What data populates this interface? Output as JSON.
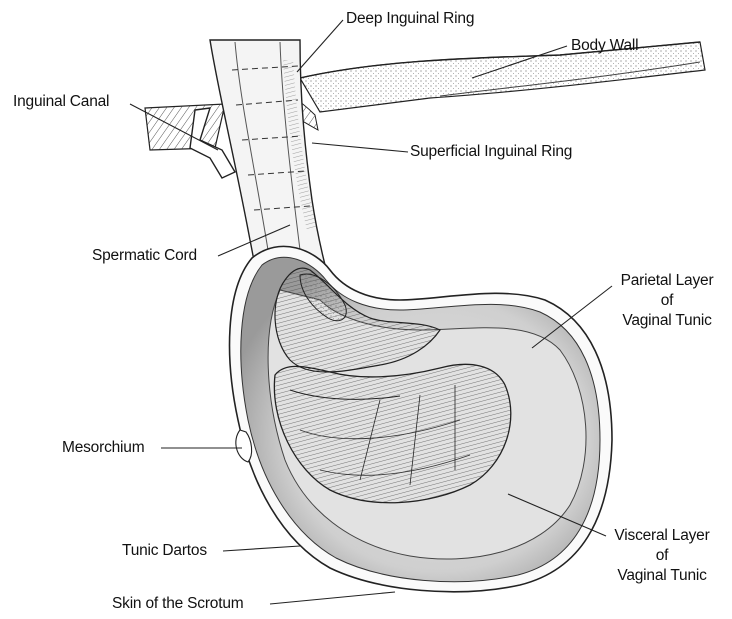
{
  "labels": {
    "deep_inguinal_ring": "Deep Inguinal Ring",
    "body_wall": "Body Wall",
    "inguinal_canal": "Inguinal Canal",
    "superficial_inguinal_ring": "Superficial Inguinal Ring",
    "spermatic_cord": "Spermatic Cord",
    "parietal_layer": [
      "Parietal Layer",
      "of",
      "Vaginal Tunic"
    ],
    "mesorchium": "Mesorchium",
    "visceral_layer": [
      "Visceral Layer",
      "of",
      "Vaginal Tunic"
    ],
    "tunic_dartos": "Tunic Dartos",
    "skin_of_scrotum": "Skin of the Scrotum"
  }
}
